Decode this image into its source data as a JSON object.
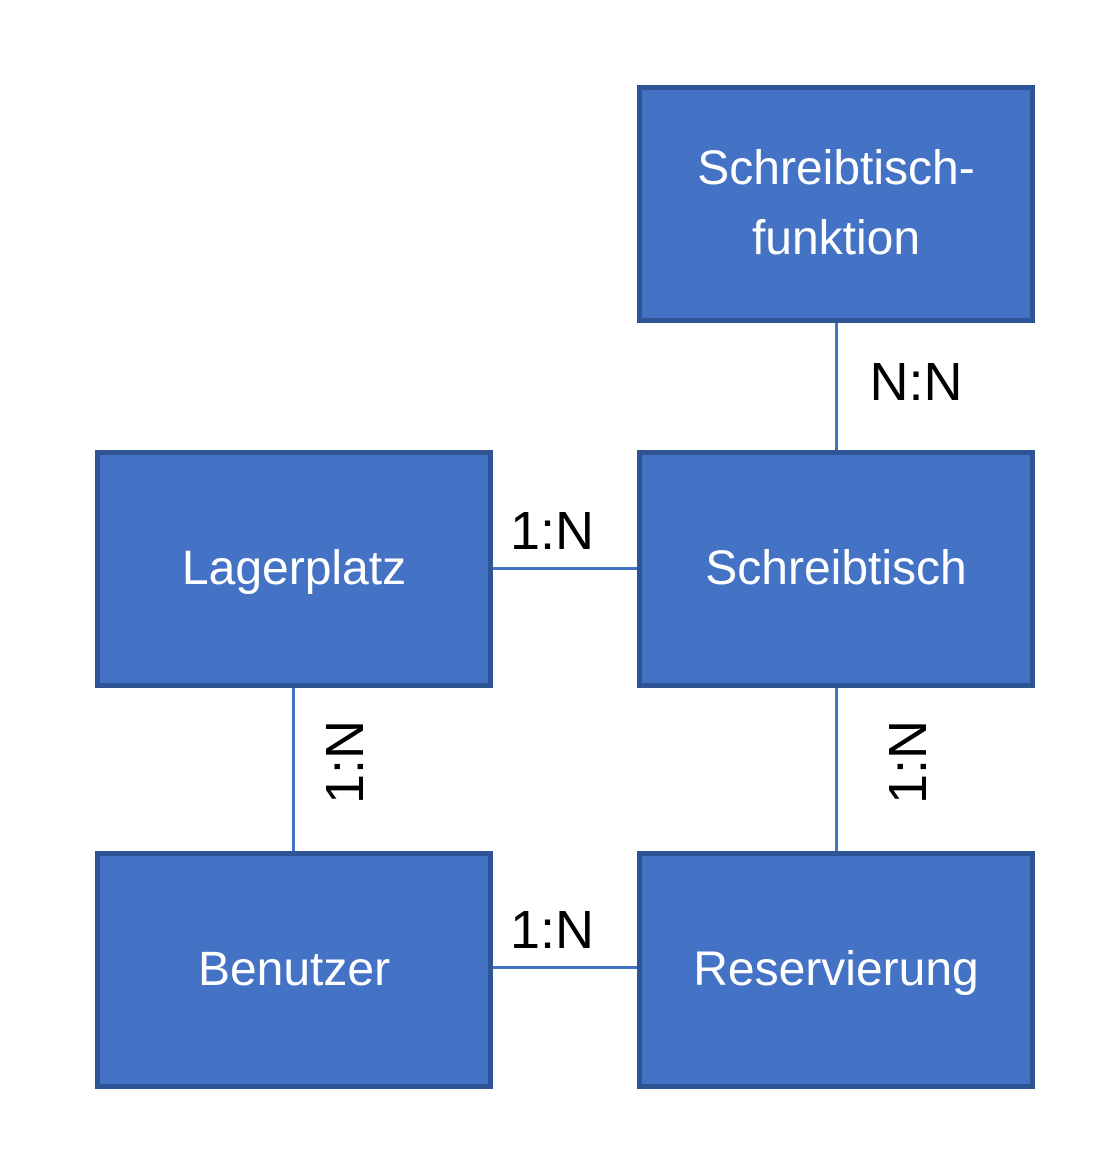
{
  "diagram": {
    "type": "entity-relationship-diagram",
    "colors": {
      "box_fill": "#4472C4",
      "box_border": "#2F5496",
      "connector": "#4472C4",
      "box_text": "#FFFFFF",
      "label_text": "#000000",
      "background": "#FFFFFF"
    },
    "entities": [
      {
        "name": "Schreibtischfunktion",
        "lines": [
          "Schreibtisch-",
          "funktion"
        ]
      },
      {
        "name": "Lagerplatz",
        "lines": [
          "Lagerplatz"
        ]
      },
      {
        "name": "Schreibtisch",
        "lines": [
          "Schreibtisch"
        ]
      },
      {
        "name": "Benutzer",
        "lines": [
          "Benutzer"
        ]
      },
      {
        "name": "Reservierung",
        "lines": [
          "Reservierung"
        ]
      }
    ],
    "relationships": [
      {
        "from": "Schreibtischfunktion",
        "to": "Schreibtisch",
        "cardinality": "N:N",
        "orientation": "vertical"
      },
      {
        "from": "Lagerplatz",
        "to": "Schreibtisch",
        "cardinality": "1:N",
        "orientation": "horizontal"
      },
      {
        "from": "Lagerplatz",
        "to": "Benutzer",
        "cardinality": "1:N",
        "orientation": "vertical"
      },
      {
        "from": "Schreibtisch",
        "to": "Reservierung",
        "cardinality": "1:N",
        "orientation": "vertical"
      },
      {
        "from": "Benutzer",
        "to": "Reservierung",
        "cardinality": "1:N",
        "orientation": "horizontal"
      }
    ]
  }
}
